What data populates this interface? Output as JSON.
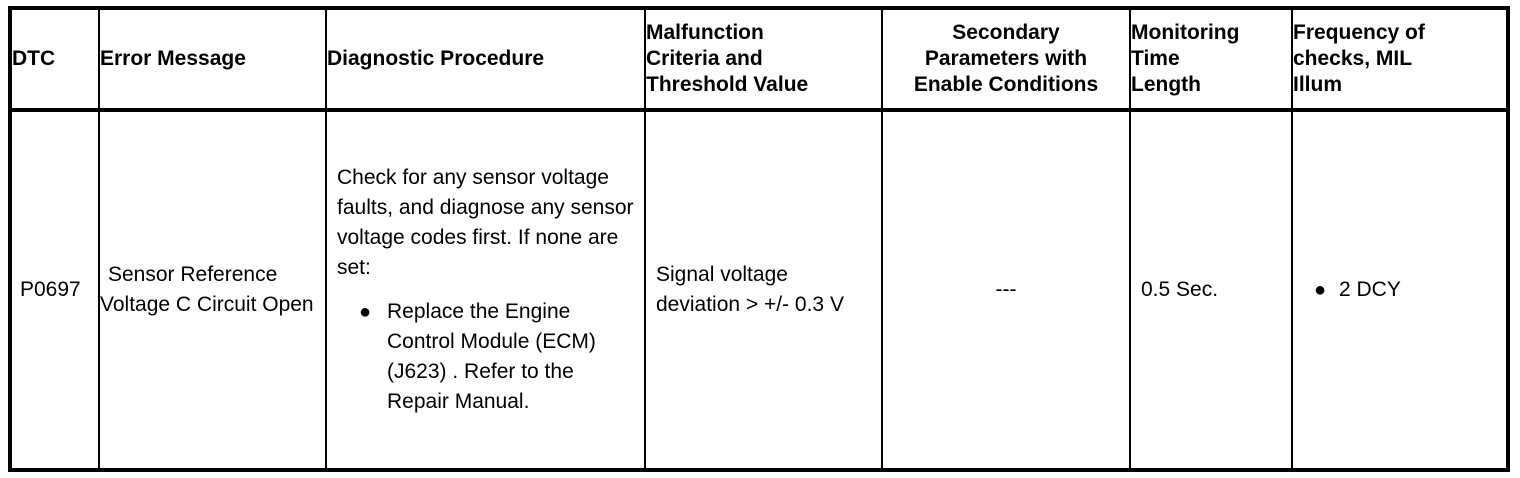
{
  "table": {
    "columns": [
      {
        "key": "dtc",
        "header_lines": [
          "DTC"
        ]
      },
      {
        "key": "error",
        "header_lines": [
          "Error Message"
        ]
      },
      {
        "key": "proc",
        "header_lines": [
          "Diagnostic Procedure"
        ]
      },
      {
        "key": "malf",
        "header_lines": [
          "Malfunction",
          "Criteria and",
          "Threshold Value"
        ]
      },
      {
        "key": "sec",
        "header_lines": [
          "Secondary",
          "Parameters with",
          "Enable Conditions"
        ]
      },
      {
        "key": "montime",
        "header_lines": [
          "Monitoring",
          "Time",
          "Length"
        ]
      },
      {
        "key": "freq",
        "header_lines": [
          "Frequency of",
          "checks, MIL",
          "Illum"
        ]
      }
    ],
    "headers": {
      "dtc": "DTC",
      "error": "Error Message",
      "proc": "Diagnostic Procedure",
      "malf_l1": "Malfunction",
      "malf_l2": "Criteria and",
      "malf_l3": "Threshold Value",
      "sec_l1": "Secondary",
      "sec_l2": "Parameters with",
      "sec_l3": "Enable Conditions",
      "mon_l1": "Monitoring",
      "mon_l2": "Time",
      "mon_l3": "Length",
      "freq_l1": "Frequency of",
      "freq_l2": "checks, MIL",
      "freq_l3": "Illum"
    },
    "rows": [
      {
        "dtc": "P0697",
        "error_message": "Sensor Reference Voltage C Circuit Open",
        "diagnostic_procedure_intro": "Check for any sensor voltage faults, and diagnose any sensor voltage codes first. If none are set:",
        "diagnostic_procedure_bullets": [
          "Replace the Engine Control Module (ECM) (J623) . Refer to the Repair Manual."
        ],
        "malfunction_criteria": "Signal voltage deviation > +/- 0.3 V",
        "secondary_parameters": "---",
        "monitoring_time_length": "0.5 Sec.",
        "frequency_bullets": [
          "2 DCY"
        ]
      }
    ]
  },
  "glyphs": {
    "bullet": "●"
  },
  "colors": {
    "border": "#000000",
    "text": "#000000",
    "background": "#ffffff"
  }
}
